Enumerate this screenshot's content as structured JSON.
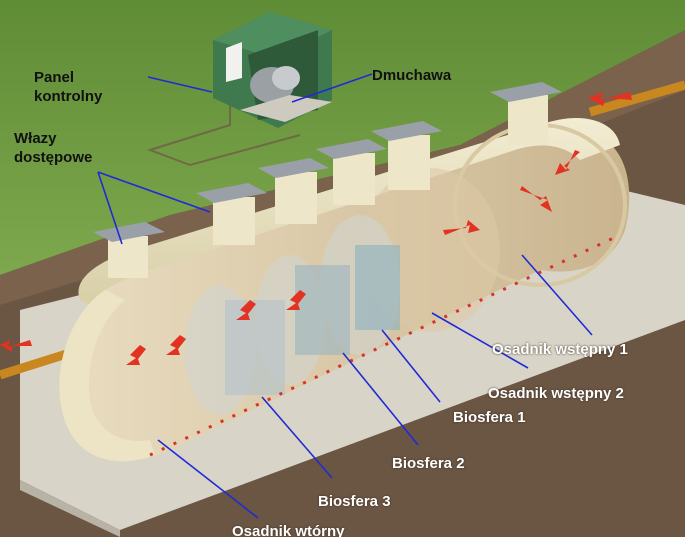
{
  "labels": {
    "panel_line1": "Panel",
    "panel_line2": "kontrolny",
    "blower": "Dmuchawa",
    "hatches_line1": "Włazy",
    "hatches_line2": "dostępowe",
    "primary_settler_1": "Osadnik wstępny 1",
    "primary_settler_2": "Osadnik wstępny 2",
    "biosphere_1": "Biosfera 1",
    "biosphere_2": "Biosfera 2",
    "biosphere_3": "Biosfera 3",
    "secondary_settler": "Osadnik wtórny"
  },
  "colors": {
    "grass": "#6f9a42",
    "soil": "#6b5543",
    "concrete": "#d9d4c8",
    "tank": "#e8e0c0",
    "lid": "#9aa0a8",
    "cabinet": "#3f7a4f",
    "pipe": "#c9871f",
    "flow_arrow": "#e23222",
    "leader_line": "#1f2bd6"
  }
}
